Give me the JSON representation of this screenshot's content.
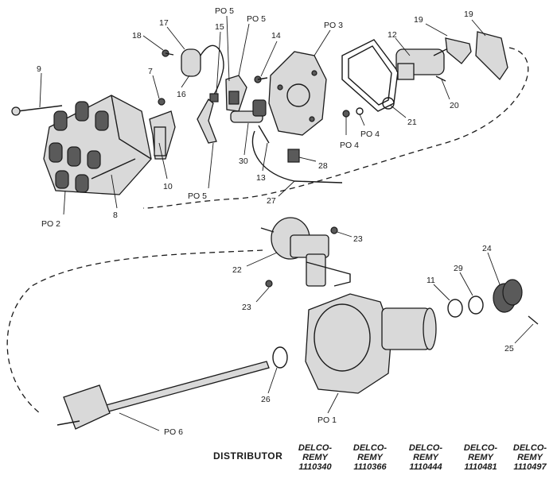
{
  "title": "DISTRIBUTOR",
  "models": [
    {
      "maker": "DELCO-",
      "line2": "REMY",
      "number": "1110340"
    },
    {
      "maker": "DELCO-",
      "line2": "REMY",
      "number": "1110366"
    },
    {
      "maker": "DELCO-",
      "line2": "REMY",
      "number": "1110444"
    },
    {
      "maker": "DELCO-",
      "line2": "REMY",
      "number": "1110481"
    },
    {
      "maker": "DELCO-",
      "line2": "REMY",
      "number": "1110497"
    }
  ],
  "callouts": {
    "c9": "9",
    "c7": "7",
    "c17": "17",
    "c18": "18",
    "c16": "16",
    "po5a": "PO 5",
    "po5b": "PO 5",
    "c15": "15",
    "c14": "14",
    "po3": "PO 3",
    "c12": "12",
    "c19a": "19",
    "c19b": "19",
    "c20": "20",
    "c21": "21",
    "po4a": "PO 4",
    "po4b": "PO 4",
    "c10": "10",
    "c8": "8",
    "po2": "PO 2",
    "po5c": "PO 5",
    "c30": "30",
    "c13": "13",
    "c28": "28",
    "c27": "27",
    "c22": "22",
    "c23a": "23",
    "c23b": "23",
    "c24": "24",
    "c29": "29",
    "c11": "11",
    "c25": "25",
    "c26": "26",
    "po1": "PO 1",
    "po6": "PO 6"
  }
}
